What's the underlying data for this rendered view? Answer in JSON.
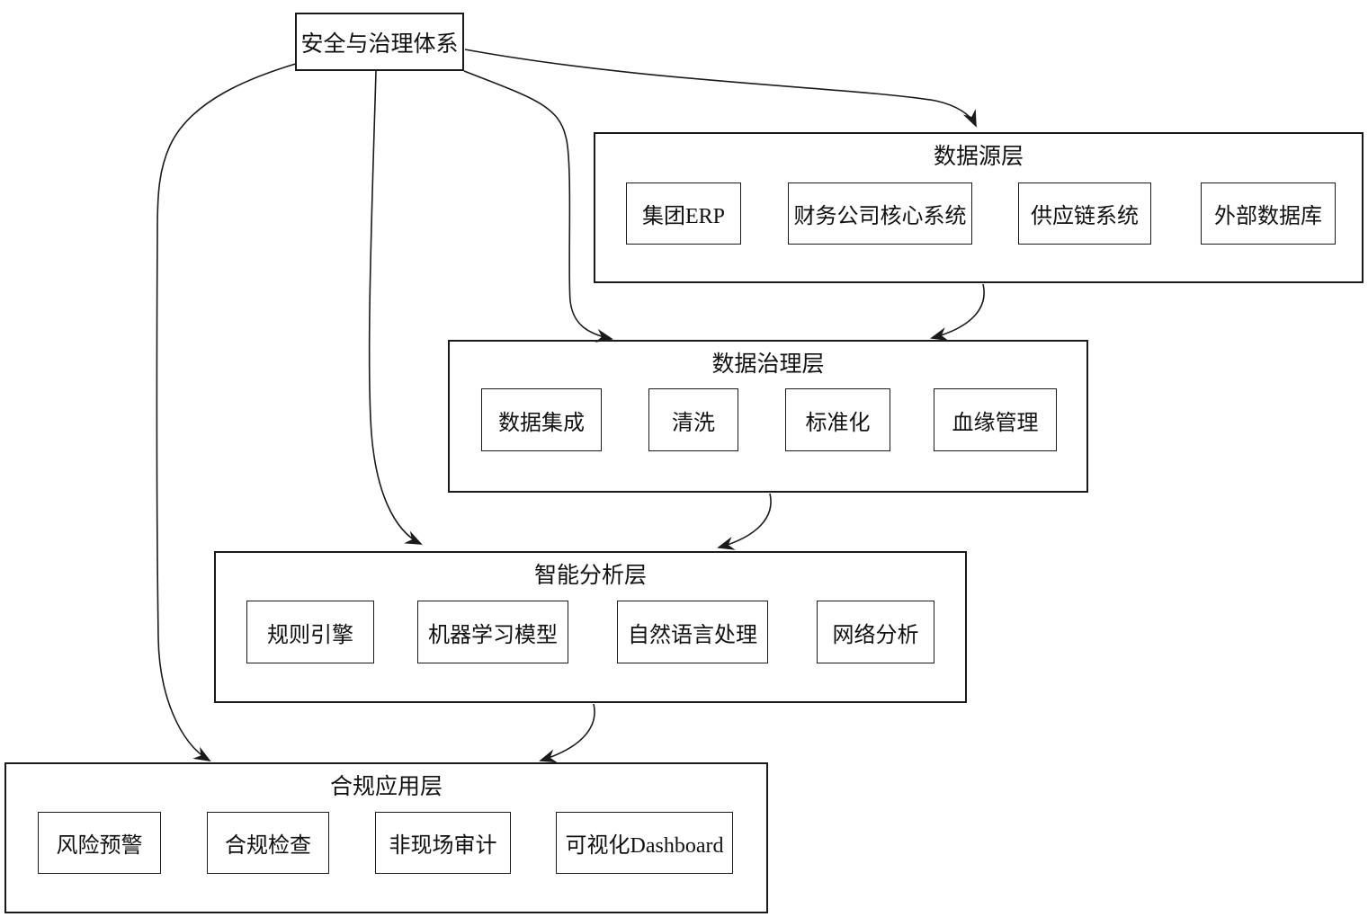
{
  "diagram": {
    "root": {
      "label": "安全与治理体系"
    },
    "layers": [
      {
        "title": "数据源层",
        "items": [
          "集团ERP",
          "财务公司核心系统",
          "供应链系统",
          "外部数据库"
        ]
      },
      {
        "title": "数据治理层",
        "items": [
          "数据集成",
          "清洗",
          "标准化",
          "血缘管理"
        ]
      },
      {
        "title": "智能分析层",
        "items": [
          "规则引擎",
          "机器学习模型",
          "自然语言处理",
          "网络分析"
        ]
      },
      {
        "title": "合规应用层",
        "items": [
          "风险预警",
          "合规检查",
          "非现场审计",
          "可视化Dashboard"
        ]
      }
    ],
    "edges": [
      {
        "from": "安全与治理体系",
        "to": "数据源层"
      },
      {
        "from": "安全与治理体系",
        "to": "数据治理层"
      },
      {
        "from": "安全与治理体系",
        "to": "智能分析层"
      },
      {
        "from": "安全与治理体系",
        "to": "合规应用层"
      },
      {
        "from": "数据源层",
        "to": "数据治理层"
      },
      {
        "from": "数据治理层",
        "to": "智能分析层"
      },
      {
        "from": "智能分析层",
        "to": "合规应用层"
      }
    ],
    "colors": {
      "line": "#1a1a1a",
      "border": "#1a1a1a",
      "background": "#ffffff",
      "text": "#111111"
    }
  }
}
